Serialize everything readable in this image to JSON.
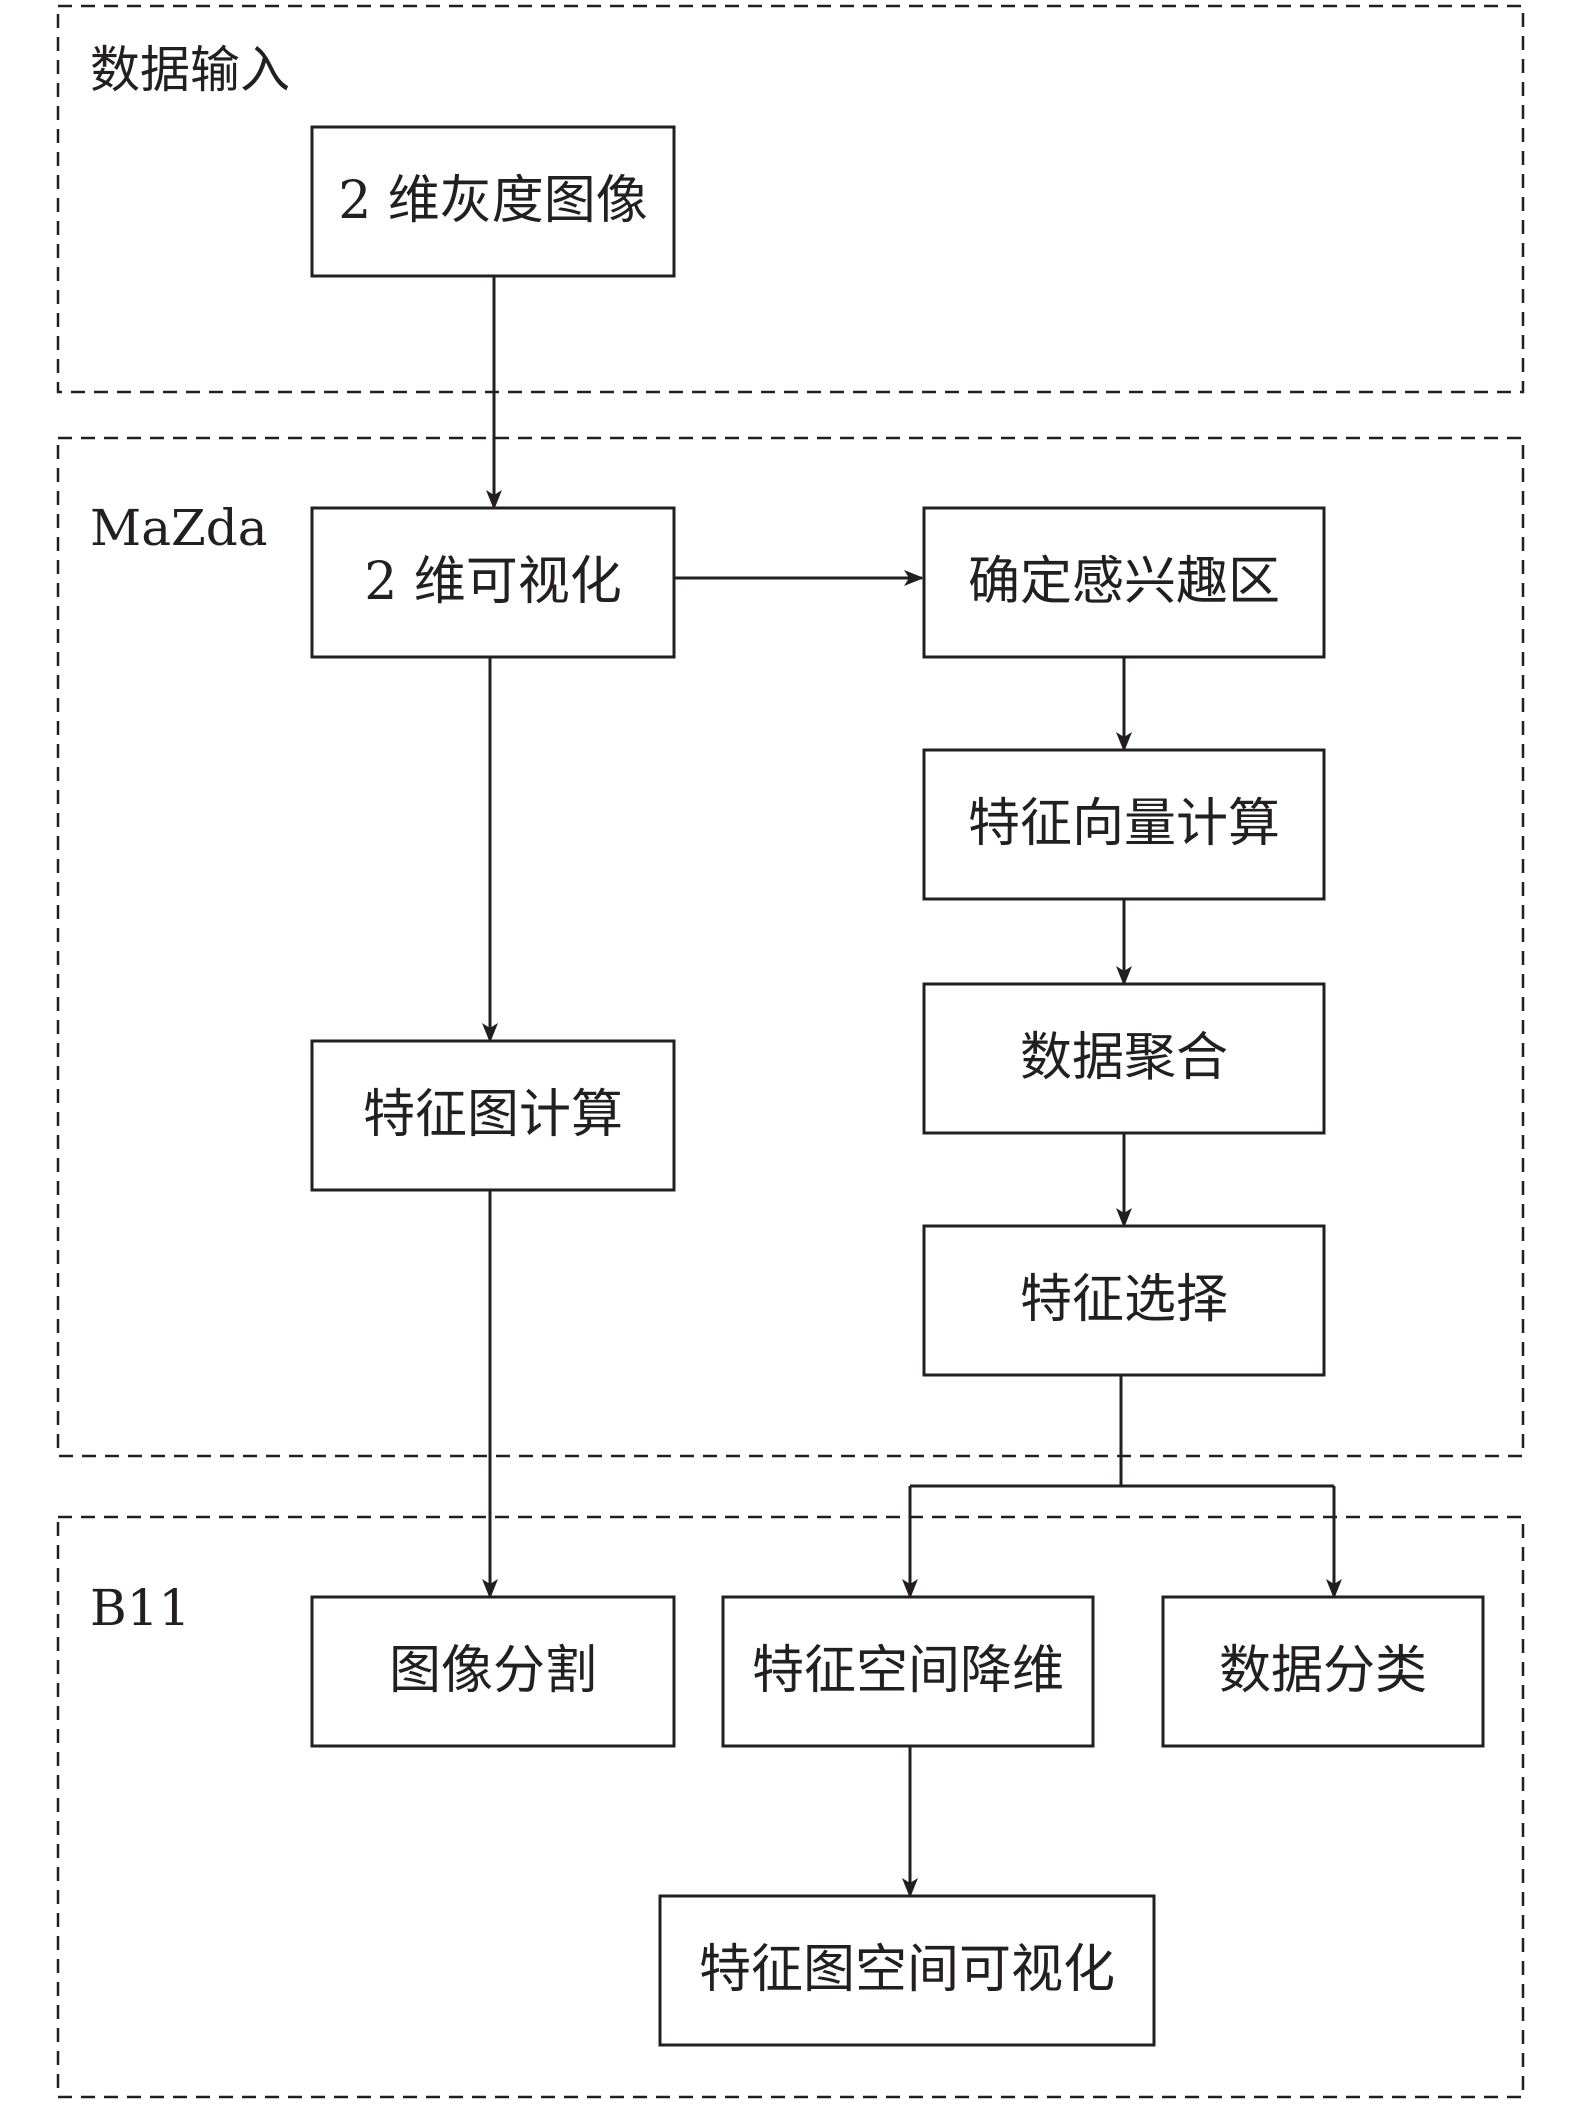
{
  "groups": {
    "input": {
      "label": "数据输入"
    },
    "mazda": {
      "label": "MaZda"
    },
    "b11": {
      "label": "B11"
    }
  },
  "nodes": {
    "gray_image": "2 维灰度图像",
    "visualize_2d": "2 维可视化",
    "roi": "确定感兴趣区",
    "feature_vector": "特征向量计算",
    "data_aggregation": "数据聚合",
    "feature_selection": "特征选择",
    "feature_map": "特征图计算",
    "segmentation": "图像分割",
    "dim_reduction": "特征空间降维",
    "classification": "数据分类",
    "feature_space_vis": "特征图空间可视化"
  },
  "colors": {
    "line": "#231f20",
    "background": "#ffffff"
  }
}
